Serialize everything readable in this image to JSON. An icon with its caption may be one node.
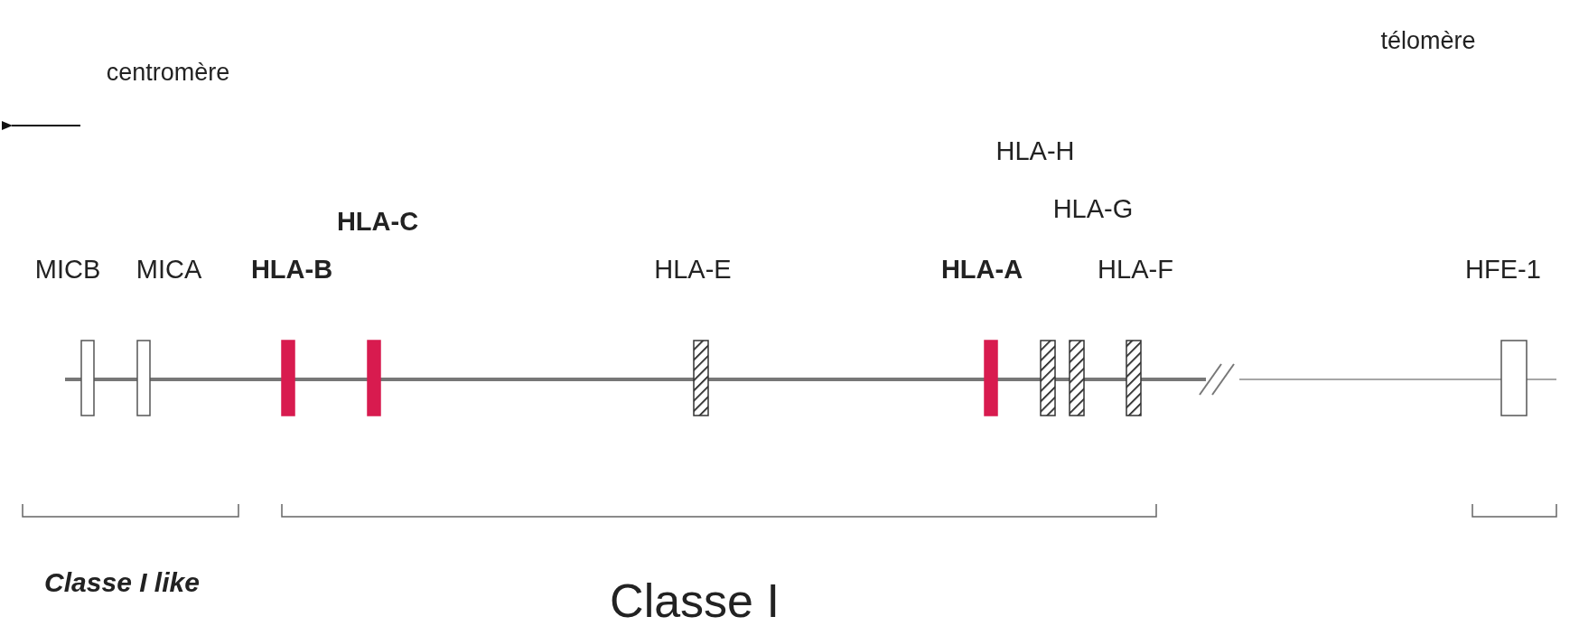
{
  "diagram": {
    "labels": [
      "télomère",
      "centromère",
      "HLA-H",
      "HLA-C",
      "HLA-G",
      "MICB",
      "MICA",
      "HLA-B",
      "HLA-E",
      "HLA-A",
      "HLA-F",
      "HFE-1",
      "Classe I like",
      "Classe I"
    ]
  }
}
